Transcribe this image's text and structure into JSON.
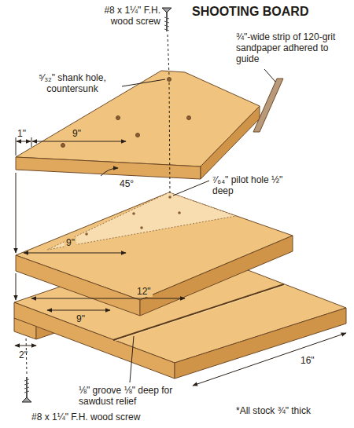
{
  "diagram": {
    "title": "SHOOTING BOARD",
    "labels": [
      "#8 x 1¼\" F.H. wood screw",
      "¾\"-wide strip of 120-grit sandpaper adhered to guide",
      "⁵⁄₃₂\" shank hole, countersunk",
      "1\"",
      "9\"",
      "45°",
      "⁷⁄₆₄\" pilot hole ½\" deep",
      "9\"",
      "12\"",
      "9\"",
      "16\"",
      "2\"",
      "⅛\" groove ⅛\" deep for sawdust relief",
      "#8 x 1¼\" F.H. wood screw",
      "*All stock ¾\" thick"
    ]
  }
}
